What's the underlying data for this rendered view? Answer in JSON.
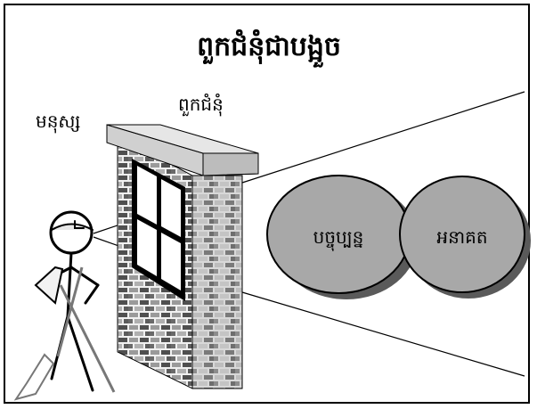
{
  "title": "ពួកជំនុំជាបង្អួច",
  "labels": {
    "person": "មនុស្ស",
    "church": "ពួកជំនុំ"
  },
  "circles": {
    "present": "បច្ចុប្បន្ន",
    "future": "អនាគត"
  },
  "colors": {
    "circle_fill": "#a8a8a8",
    "circle_shadow": "#5a5a5a",
    "brick_light": "#bdbdbd",
    "brick_dark": "#6e6e6e",
    "wall_top": "#cfcfcf"
  }
}
